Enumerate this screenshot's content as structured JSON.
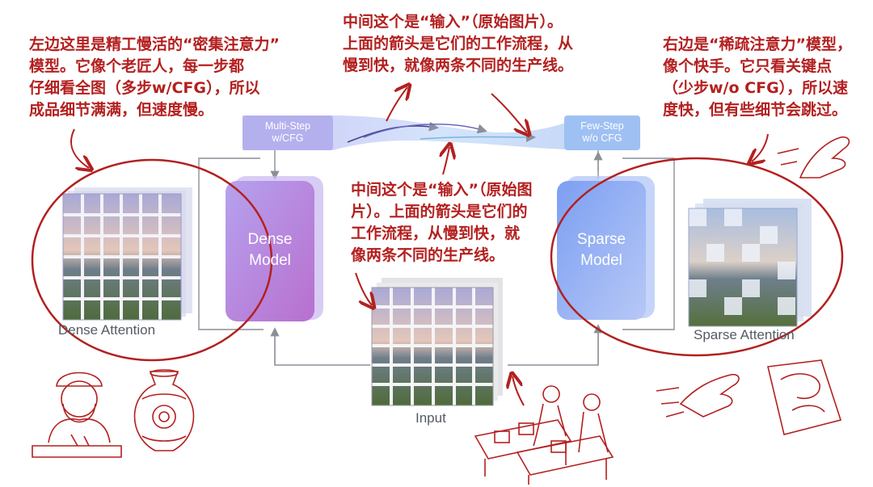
{
  "annotations": {
    "left": "左边这里是精工慢活的“密集注意力”\n模型。它像个老匠人，每一步都\n仔细看全图（多步w/CFG），所以\n成品细节满满，但速度慢。",
    "top": "中间这个是“输入”（原始图片）。\n上面的箭头是它们的工作流程，从\n慢到快，就像两条不同的生产线。",
    "middle": "中间这个是“输入”（原始图\n片）。上面的箭头是它们的\n工作流程，从慢到快，就\n像两条不同的生产线。",
    "right": "右边是“稀疏注意力”模型，\n像个快手。它只看关键点\n（少步w/o CFG），所以速\n度快，但有些细节会跳过。"
  },
  "pipeline": {
    "multi_step": "Multi-Step\nw/CFG",
    "few_step": "Few-Step\nw/o CFG"
  },
  "models": {
    "dense": "Dense\nModel",
    "sparse": "Sparse\nModel"
  },
  "labels": {
    "dense_attention": "Dense Attention",
    "sparse_attention": "Sparse Attention",
    "input": "Input"
  },
  "colors": {
    "annotation_red": "#b3201f",
    "dense_purple": "#a77fd6",
    "sparse_blue": "#7aa2ee",
    "band_lavender": "#b9b5f0"
  }
}
